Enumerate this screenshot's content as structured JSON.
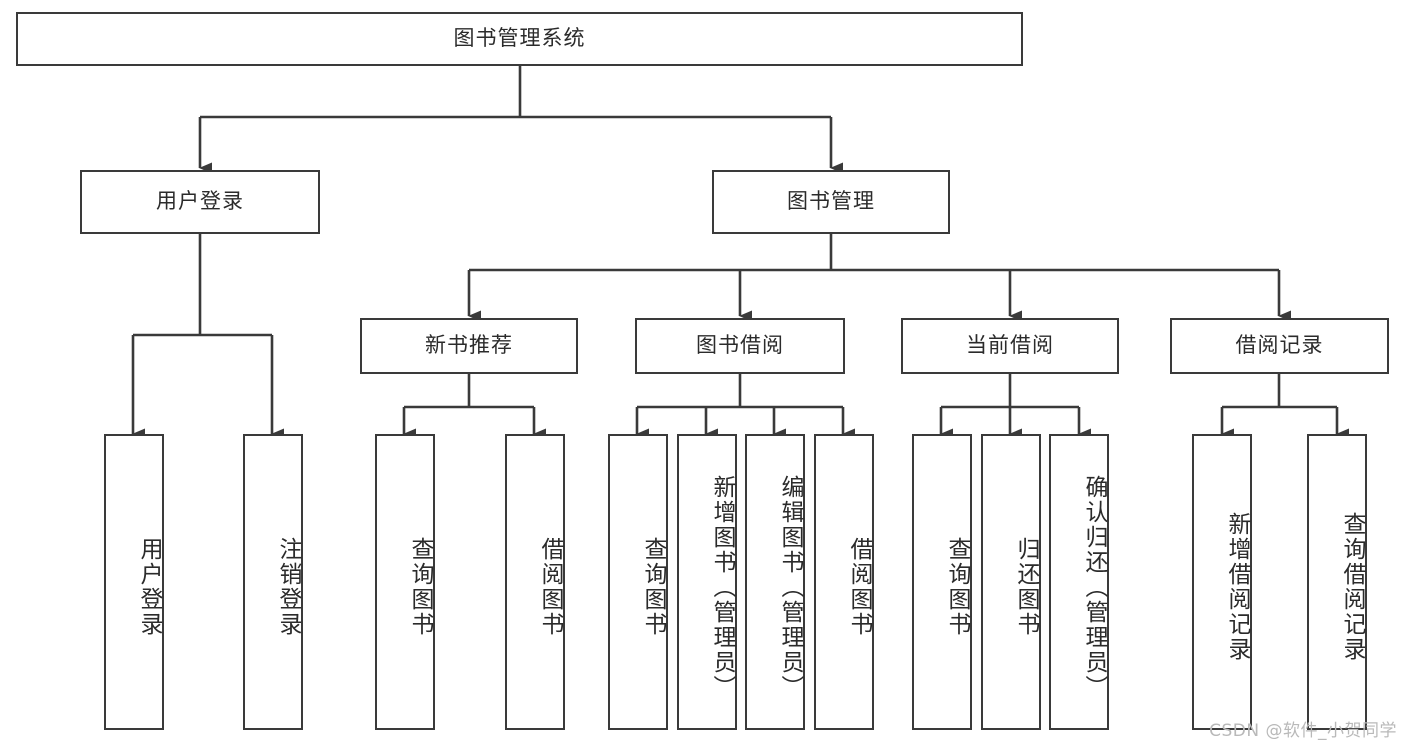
{
  "diagram": {
    "type": "tree",
    "title": "图书管理系统",
    "colors": {
      "background": "#ffffff",
      "stroke": "#3a3a3a",
      "text": "#2b2b2b",
      "watermark": "#b9b9b9"
    },
    "root": {
      "label": "图书管理系统",
      "orientation": "horizontal"
    },
    "level2": [
      {
        "label": "用户登录",
        "orientation": "horizontal"
      },
      {
        "label": "图书管理",
        "orientation": "horizontal"
      }
    ],
    "level3": [
      {
        "label": "新书推荐",
        "orientation": "horizontal",
        "parent": "图书管理"
      },
      {
        "label": "图书借阅",
        "orientation": "horizontal",
        "parent": "图书管理"
      },
      {
        "label": "当前借阅",
        "orientation": "horizontal",
        "parent": "图书管理"
      },
      {
        "label": "借阅记录",
        "orientation": "horizontal",
        "parent": "图书管理"
      }
    ],
    "leaves": [
      {
        "label": "用户登录",
        "orientation": "vertical",
        "parent": "用户登录"
      },
      {
        "label": "注销登录",
        "orientation": "vertical",
        "parent": "用户登录"
      },
      {
        "label": "查询图书",
        "orientation": "vertical",
        "parent": "新书推荐"
      },
      {
        "label": "借阅图书",
        "orientation": "vertical",
        "parent": "新书推荐"
      },
      {
        "label": "查询图书",
        "orientation": "vertical",
        "parent": "图书借阅"
      },
      {
        "label": "新增图书（管理员）",
        "orientation": "vertical",
        "parent": "图书借阅"
      },
      {
        "label": "编辑图书（管理员）",
        "orientation": "vertical",
        "parent": "图书借阅"
      },
      {
        "label": "借阅图书",
        "orientation": "vertical",
        "parent": "图书借阅"
      },
      {
        "label": "查询图书",
        "orientation": "vertical",
        "parent": "当前借阅"
      },
      {
        "label": "归还图书",
        "orientation": "vertical",
        "parent": "当前借阅"
      },
      {
        "label": "确认归还（管理员）",
        "orientation": "vertical",
        "parent": "当前借阅"
      },
      {
        "label": "新增借阅记录",
        "orientation": "vertical",
        "parent": "借阅记录"
      },
      {
        "label": "查询借阅记录",
        "orientation": "vertical",
        "parent": "借阅记录"
      }
    ],
    "watermark": "CSDN @软件_小贺同学"
  }
}
